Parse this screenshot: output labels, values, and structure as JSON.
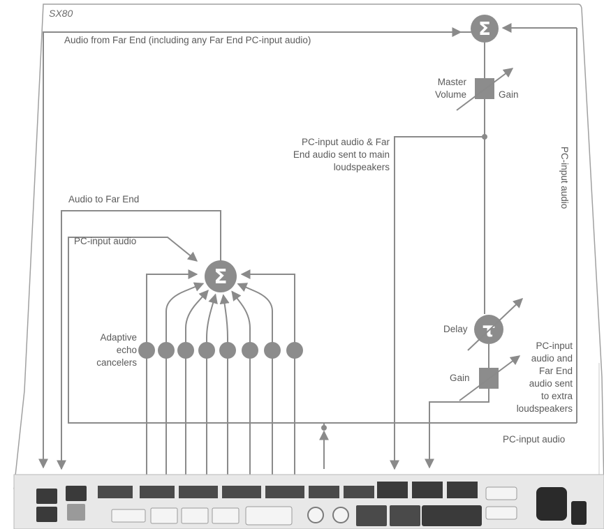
{
  "device_name": "SX80",
  "labels": {
    "far_end_audio": "Audio from Far End (including any Far End PC-input audio)",
    "master_volume_line1": "Master",
    "master_volume_line2": "Volume",
    "gain_top": "Gain",
    "main_speakers_line1": "PC-input audio & Far",
    "main_speakers_line2": "End audio sent to main",
    "main_speakers_line3": "loudspeakers",
    "pc_input_vertical": "PC-input audio",
    "audio_to_far_end": "Audio to Far End",
    "pc_input_left": "PC-input audio",
    "aec_line1": "Adaptive",
    "aec_line2": "echo",
    "aec_line3": "cancelers",
    "delay": "Delay",
    "gain_bottom": "Gain",
    "extra_line1": "PC-input",
    "extra_line2": "audio and",
    "extra_line3": "Far End",
    "extra_line4": "audio sent",
    "extra_line5": "to extra",
    "extra_line6": "loudspeakers",
    "pc_input_bottom": "PC-input audio"
  },
  "symbols": {
    "sum": "Σ",
    "delay": "τ"
  },
  "echo_canceler_count": 8,
  "colors": {
    "node_fill": "#8c8c8c",
    "wire": "#8a8a8a",
    "panel_border": "#a0a0a0",
    "rear_panel": "#e8e8e8"
  }
}
